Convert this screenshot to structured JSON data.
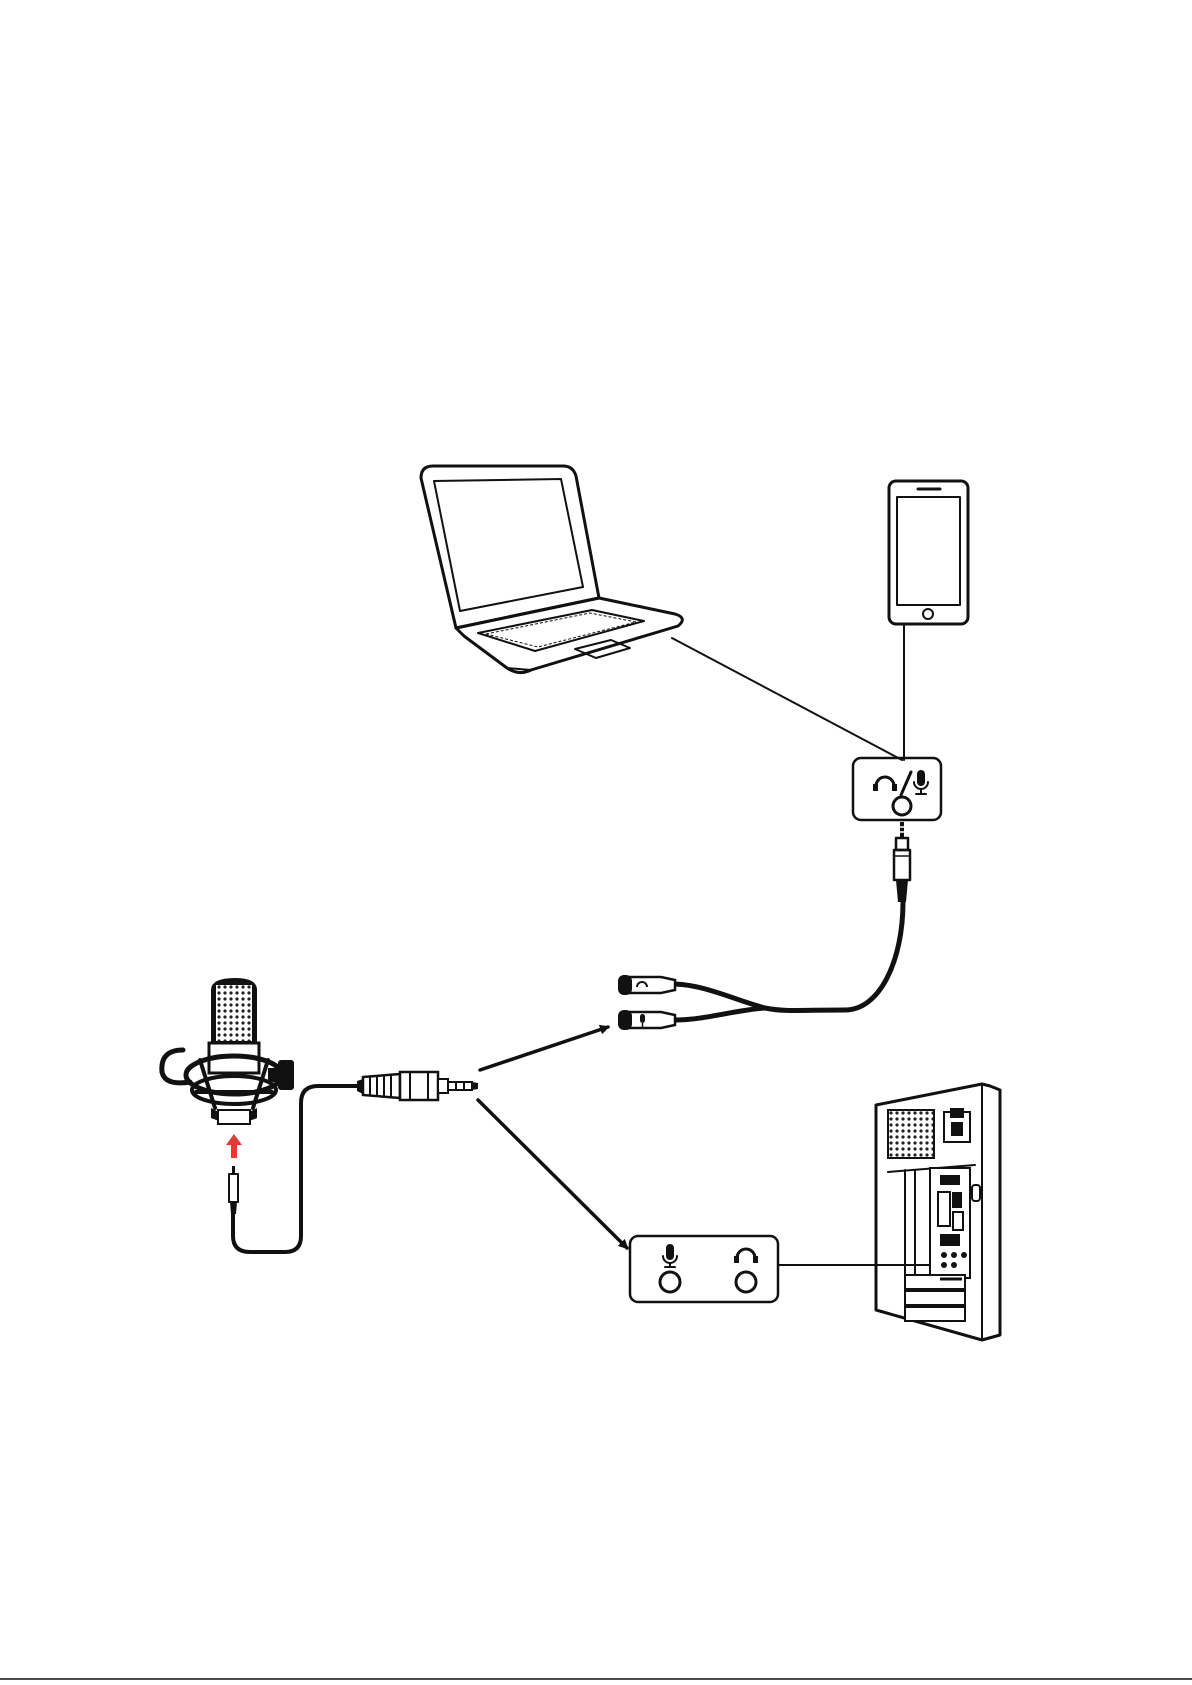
{
  "diagram": {
    "nodes": [
      {
        "id": "laptop",
        "icon": "laptop-icon"
      },
      {
        "id": "smartphone",
        "icon": "smartphone-icon"
      },
      {
        "id": "combo-jack",
        "icon": "headset-mic-combo-jack-icon"
      },
      {
        "id": "trrs-plug",
        "icon": "trrs-plug-icon"
      },
      {
        "id": "y-splitter",
        "icon": "y-splitter-cable-icon"
      },
      {
        "id": "microphone",
        "icon": "condenser-microphone-icon"
      },
      {
        "id": "mic-plug",
        "icon": "3-5mm-plug-icon"
      },
      {
        "id": "pc-jacks",
        "icon": "pc-audio-jacks-icon"
      },
      {
        "id": "desktop-pc",
        "icon": "desktop-tower-icon"
      }
    ],
    "edges": [
      {
        "from": "laptop",
        "to": "combo-jack"
      },
      {
        "from": "smartphone",
        "to": "combo-jack"
      },
      {
        "from": "combo-jack",
        "to": "trrs-plug"
      },
      {
        "from": "trrs-plug",
        "to": "y-splitter"
      },
      {
        "from": "mic-plug",
        "to": "y-splitter",
        "arrow": true
      },
      {
        "from": "mic-plug",
        "to": "pc-jacks",
        "arrow": true
      },
      {
        "from": "microphone",
        "to": "mic-plug"
      },
      {
        "from": "pc-jacks",
        "to": "desktop-pc"
      }
    ],
    "colors": {
      "line": "#111111",
      "accent_arrow": "#e53935"
    }
  }
}
